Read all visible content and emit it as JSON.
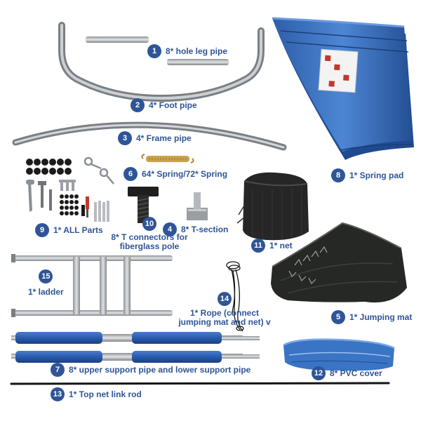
{
  "colors": {
    "label": "#2f5597",
    "badge": "#2f5597",
    "pad": "#2e5fa8",
    "mat": "#2a2c2a",
    "pipe": "#a7abaf",
    "foam": "#2a5cae"
  },
  "parts": [
    {
      "num": "1",
      "label": "8* hole leg pipe"
    },
    {
      "num": "2",
      "label": "4* Foot pipe"
    },
    {
      "num": "3",
      "label": "4* Frame pipe"
    },
    {
      "num": "4",
      "label": "8* T-section"
    },
    {
      "num": "5",
      "label": "1* Jumping mat"
    },
    {
      "num": "6",
      "label": "64* Spring/72* Spring"
    },
    {
      "num": "7",
      "label": "8* upper support pipe and lower support pipe"
    },
    {
      "num": "8",
      "label": "1* Spring pad"
    },
    {
      "num": "9",
      "label": "1* ALL Parts"
    },
    {
      "num": "10",
      "label": "8* T connectors for fiberglass pole"
    },
    {
      "num": "11",
      "label": "1* net"
    },
    {
      "num": "12",
      "label": "8* PVC cover"
    },
    {
      "num": "13",
      "label": "1* Top net link rod"
    },
    {
      "num": "14",
      "label": "1* Rope (connect jumping mat and net) v"
    },
    {
      "num": "15",
      "label": "1* ladder"
    }
  ]
}
